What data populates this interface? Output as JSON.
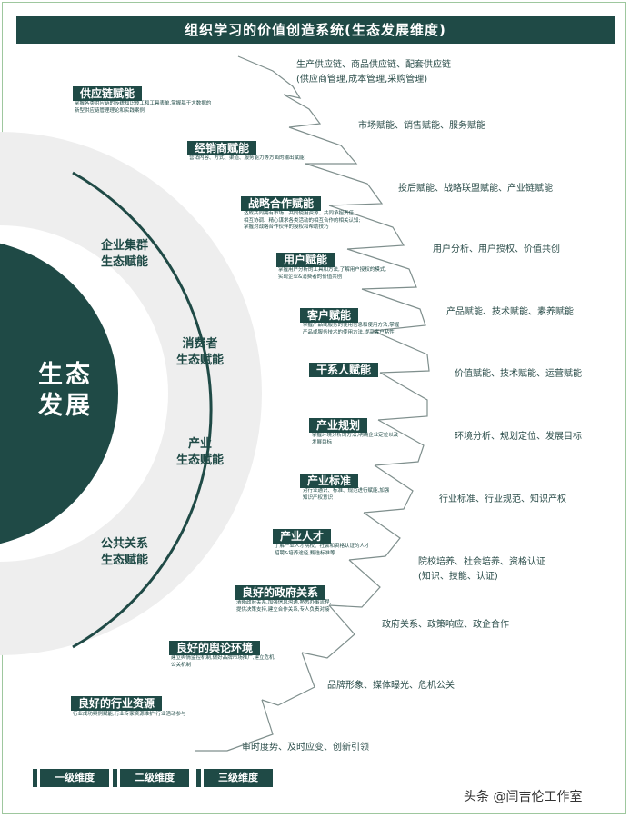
{
  "title": "组织学习的价值创造系统(生态发展维度)",
  "core": {
    "line1": "生态",
    "line2": "发展"
  },
  "ecosystems": [
    {
      "line1": "企业集群",
      "line2": "生态赋能"
    },
    {
      "line1": "消费者",
      "line2": "生态赋能"
    },
    {
      "line1": "产业",
      "line2": "生态赋能"
    },
    {
      "line1": "公共关系",
      "line2": "生态赋能"
    }
  ],
  "items": [
    {
      "label": "供应链赋能",
      "desc": [
        "掌握各类供应链的传统知识技工和工具表单,掌握基于大数据的",
        "新型供应链管理理论和实践案例"
      ],
      "outcome": [
        "生产供应链、商品供应链、配套供应链",
        "(供应商管理,成本管理,采购管理)"
      ]
    },
    {
      "label": "经销商赋能",
      "desc": [
        "营销内容、方式、渠道、服务能力等方面的输出赋能"
      ],
      "outcome": [
        "市场赋能、销售赋能、服务赋能"
      ]
    },
    {
      "label": "战略合作赋能",
      "desc": [
        "达成共同拥有市场、共同使用资源、共同承担责任,",
        "相互协调、精心谋求各类活动的相互合作的相关认知;",
        "掌握对战略合作伙伴的授权和帮助技巧"
      ],
      "outcome": [
        "投后赋能、战略联盟赋能、产业链赋能"
      ]
    },
    {
      "label": "用户赋能",
      "desc": [
        "掌握用户分析的工具和方法,了解用户授权的模式,",
        "实现企业&消费者的价值共创"
      ],
      "outcome": [
        "用户分析、用户授权、价值共创"
      ]
    },
    {
      "label": "客户赋能",
      "desc": [
        "掌握产品或服务的使用信息和使用方法,掌握",
        "产品或服务技术的使用方法,提高客户粘性"
      ],
      "outcome": [
        "产品赋能、技术赋能、素养赋能"
      ]
    },
    {
      "label": "干系人赋能",
      "desc": [],
      "outcome": [
        "价值赋能、技术赋能、运营赋能"
      ]
    },
    {
      "label": "产业规划",
      "desc": [
        "掌握环境分析的方法,明确企业定位以及",
        "发展目标"
      ],
      "outcome": [
        "环境分析、规划定位、发展目标"
      ]
    },
    {
      "label": "产业标准",
      "desc": [
        "对行业通识、标准、规范进行赋能,加强",
        "知识产权意识"
      ],
      "outcome": [
        "行业标准、行业规范、知识产权"
      ]
    },
    {
      "label": "产业人才",
      "desc": [
        "了解产业人才院校、社会和资格认证的人才",
        "招聘&培养途径,甄选标准等"
      ],
      "outcome": [
        "院校培养、社会培养、资格认证",
        "(知识、技能、认证)"
      ]
    },
    {
      "label": "良好的政府关系",
      "desc": [
        "清晰政府关系,加强信息沟通,熟悉办事流程,",
        "提供决策支持,建立合作关系,专人负责对接"
      ],
      "outcome": [
        "政府关系、政策响应、政企合作"
      ]
    },
    {
      "label": "良好的舆论环境",
      "desc": [
        "建立舆情监控机制,做好品牌市场推广,建立危机",
        "公关机制"
      ],
      "outcome": [
        "品牌形象、媒体曝光、危机公关"
      ]
    },
    {
      "label": "良好的行业资源",
      "desc": [
        "行业成功案例赋能,行业专家资源维护,行业活动参与"
      ],
      "outcome": [
        "审时度势、及时应变、创新引领"
      ]
    }
  ],
  "legend": [
    "一级维度",
    "二级维度",
    "三级维度"
  ],
  "watermark": "头条 @闫吉伦工作室",
  "colors": {
    "dark_teal": "#1f4a46",
    "light_grey": "#eeeeee",
    "frame_green": "#9ec79e"
  }
}
